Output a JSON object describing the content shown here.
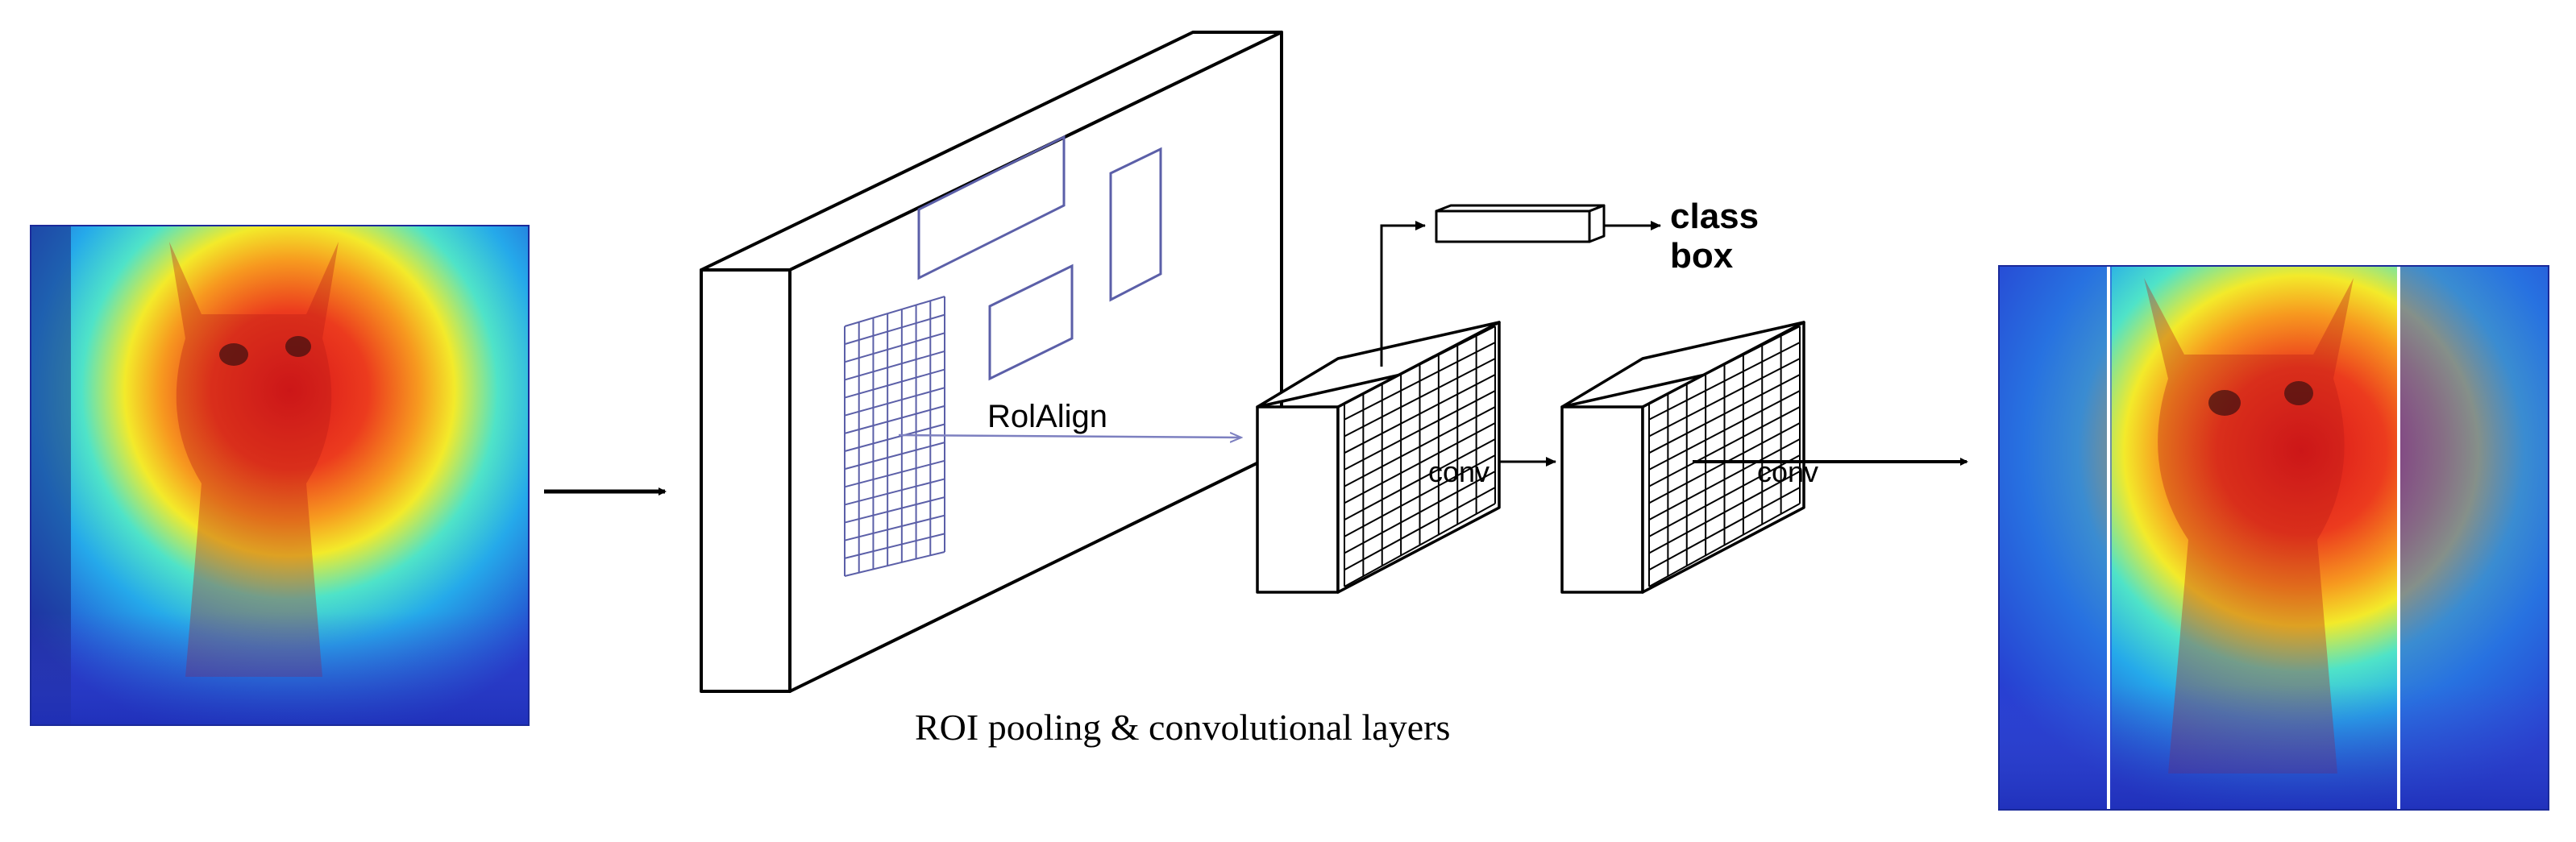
{
  "labels": {
    "roialign": "RolAlign",
    "conv1": "conv",
    "conv2": "conv",
    "class_label": "class",
    "box_label": "box",
    "caption": "ROI pooling & convolutional layers"
  },
  "colors": {
    "stroke": "#000000",
    "roi_line": "#5b5fa8",
    "heat_red": "#e8251c",
    "heat_yellow": "#f7e61c",
    "heat_cyan": "#1fd6e8",
    "heat_blue": "#2a3fd6"
  },
  "icons": {
    "input": "cat-heatmap-image",
    "output": "cat-heatmap-image-cropped"
  }
}
